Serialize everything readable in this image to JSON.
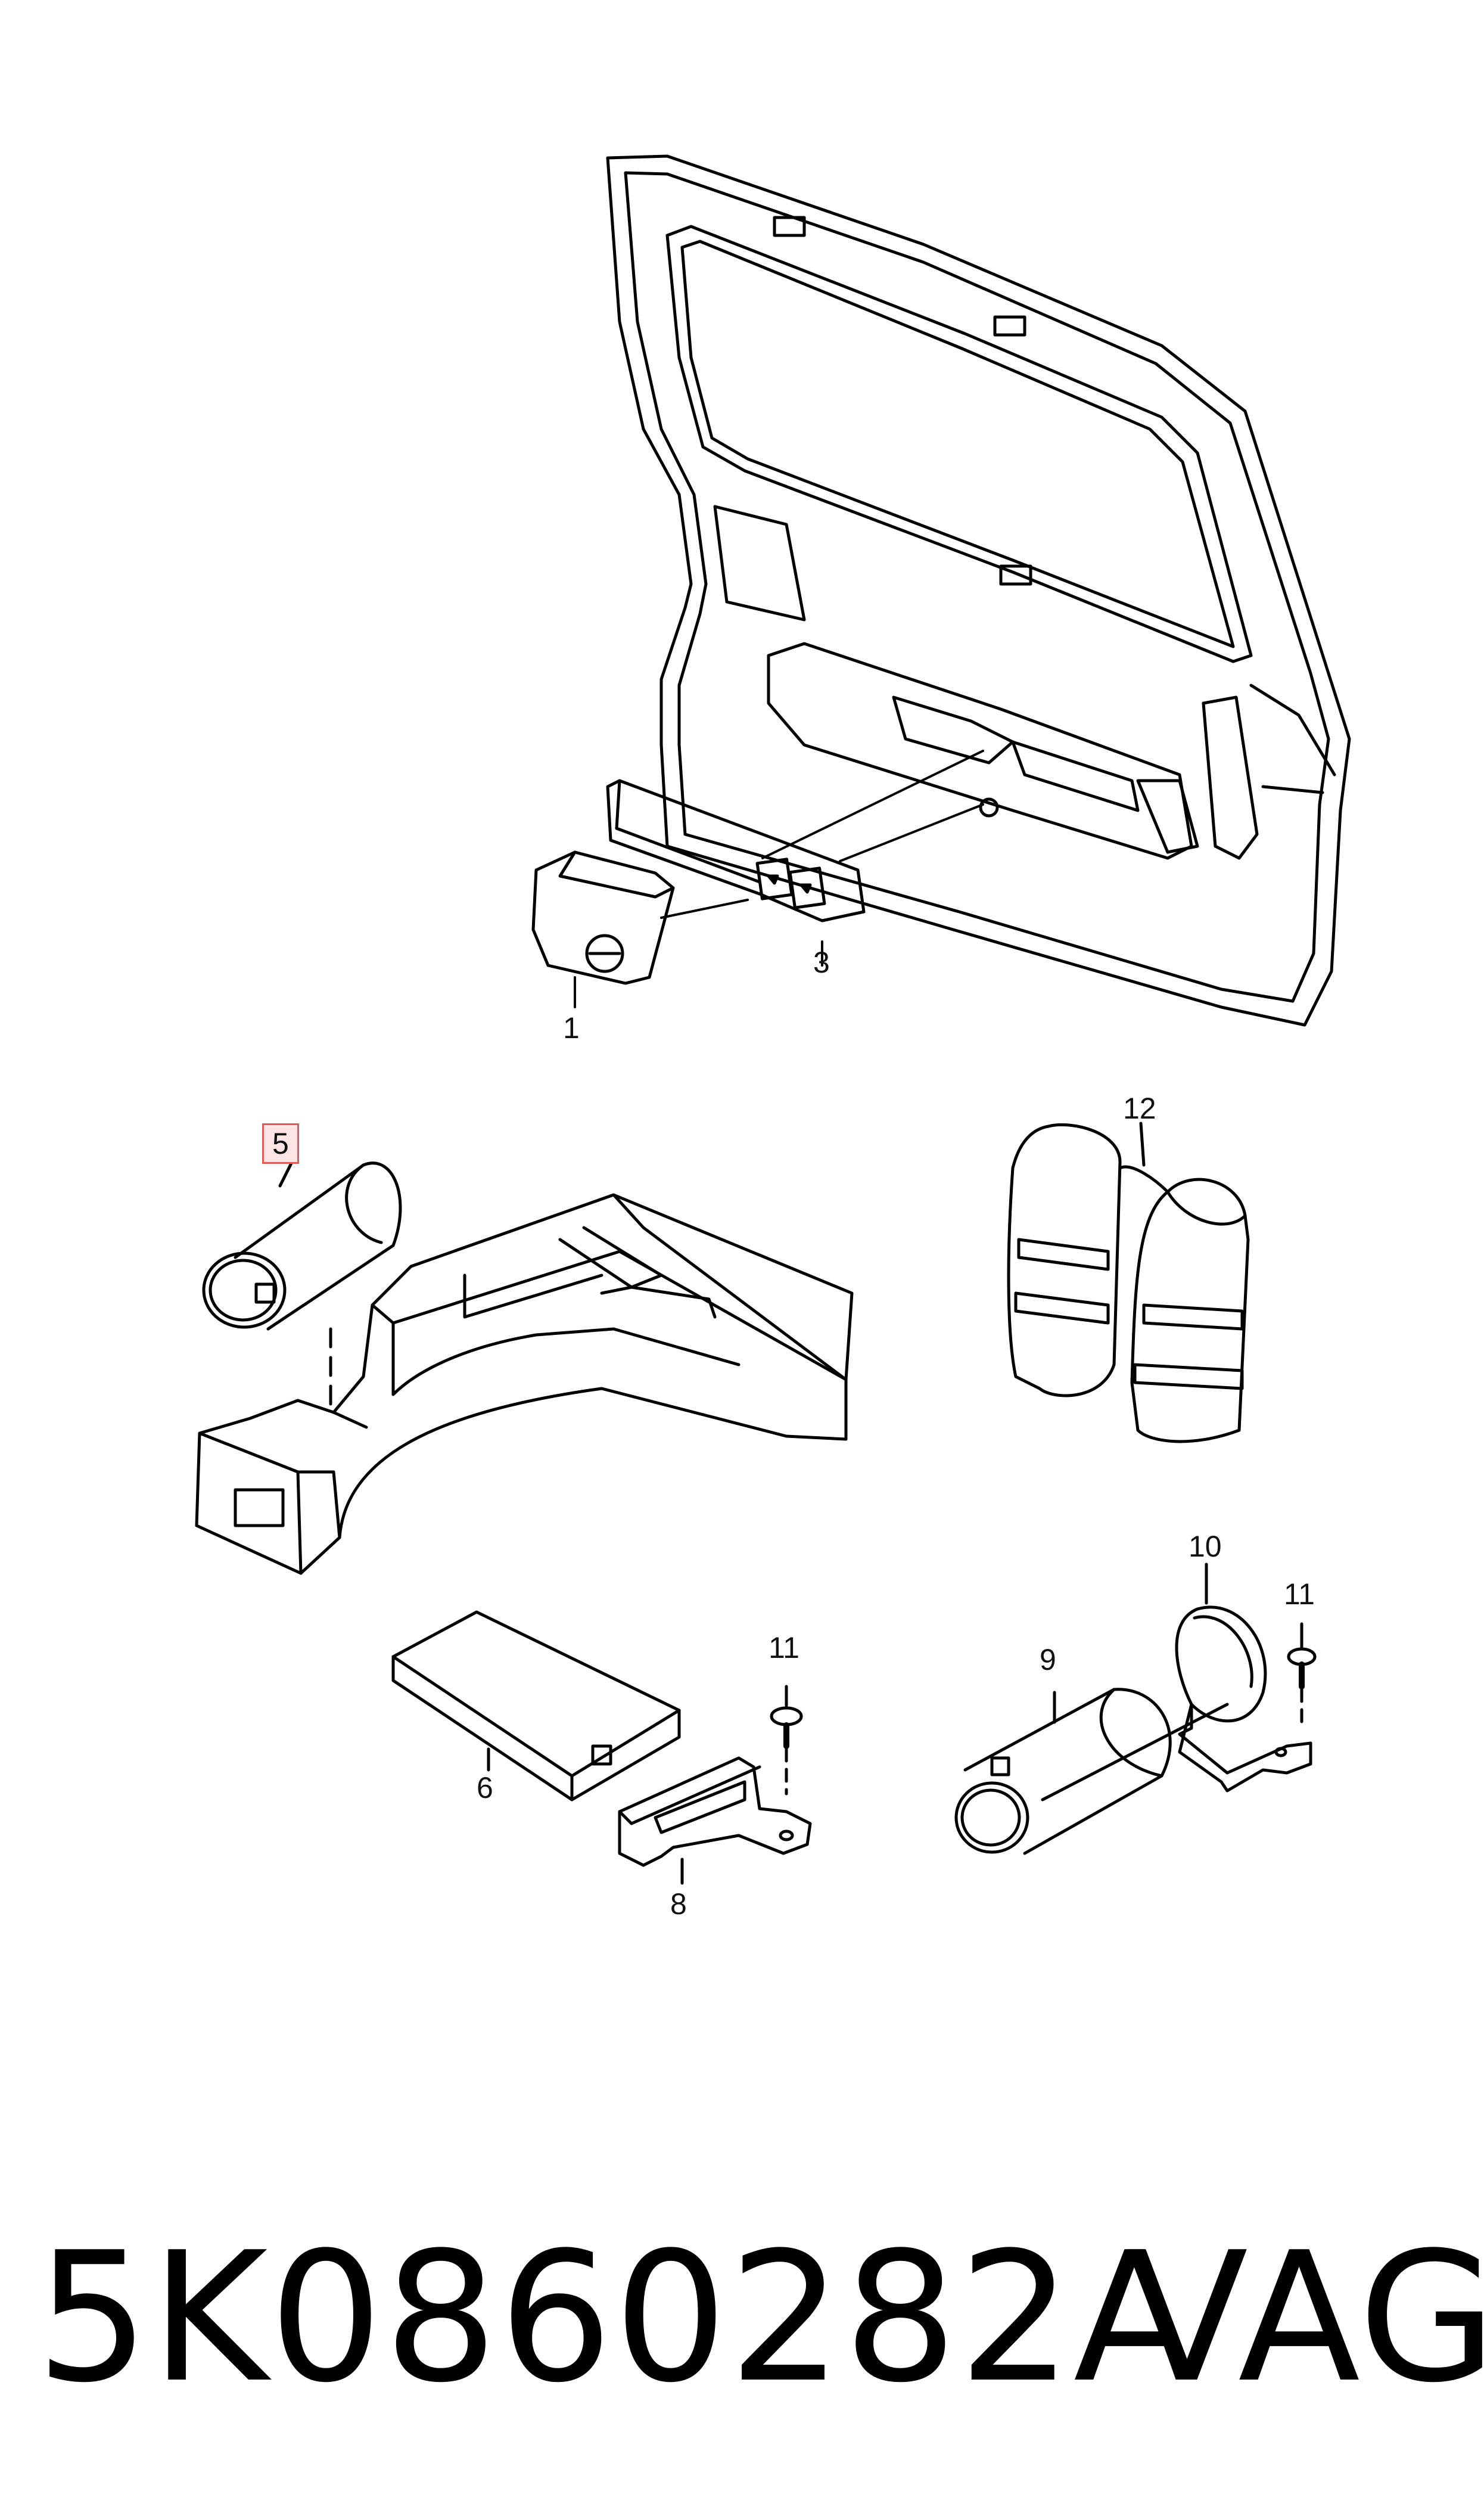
{
  "diagram": {
    "callouts": {
      "c1": "1",
      "c3": "3",
      "c5": "5",
      "c6": "6",
      "c8": "8",
      "c9": "9",
      "c10": "10",
      "c11a": "11",
      "c11b": "11",
      "c12": "12"
    },
    "highlighted_callout": "5",
    "colors": {
      "line": "#000000",
      "highlight_border": "#e05a5a",
      "highlight_fill": "#fde4e4"
    }
  },
  "footer": {
    "part_number": "5K0860282A",
    "brand": "VAG"
  }
}
